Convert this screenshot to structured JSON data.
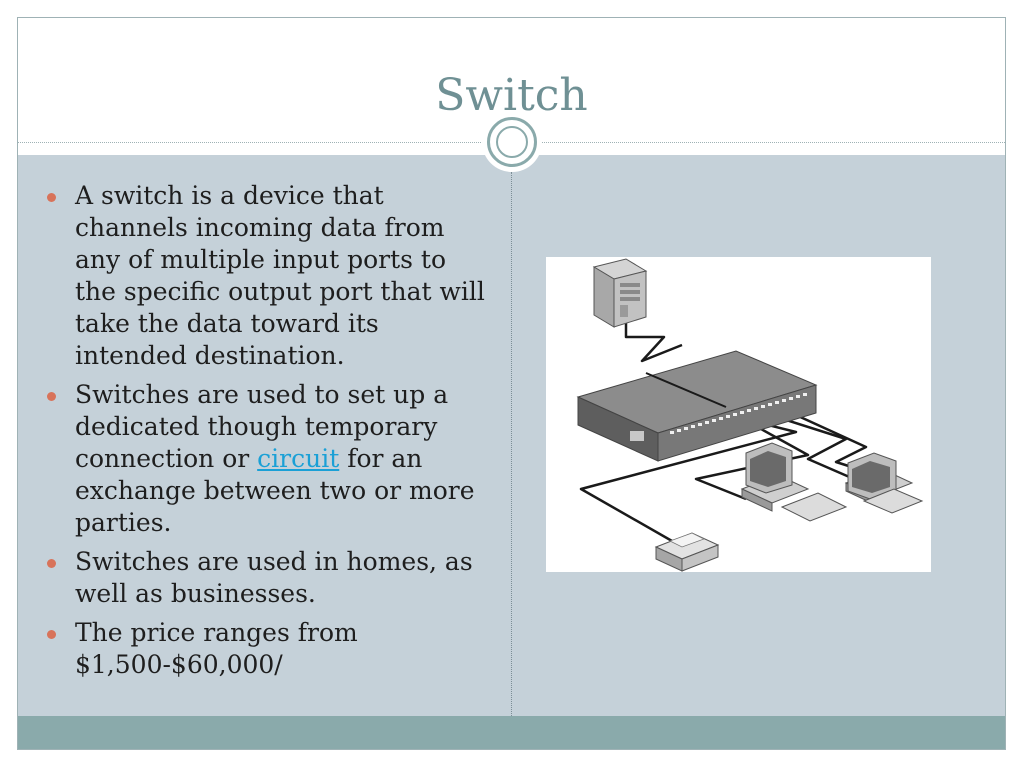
{
  "slide": {
    "title": "Switch",
    "bullets": [
      {
        "text": "A switch is a device that channels incoming data from any of multiple input ports to the specific output port that will take the data toward its intended destination."
      },
      {
        "text_before": "Switches are used to set up a dedicated though temporary connection or ",
        "link": "circuit",
        "text_after": " for an exchange between two or more parties."
      },
      {
        "text": "Switches are used in homes, as well as businesses."
      },
      {
        "text": "The price ranges from $1,500-$60,000/"
      }
    ]
  },
  "icons": {
    "bullet": "bullet-dot-icon",
    "ornament": "circle-ornament-icon",
    "diagram": [
      "server-tower-icon",
      "network-switch-icon",
      "desktop-computer-icon",
      "desktop-computer-icon",
      "printer-icon"
    ]
  },
  "colors": {
    "title": "#6f9094",
    "content_background": "#c5d1d9",
    "footer_bar": "#8aaaab",
    "bullet": "#d8735a",
    "link": "#1aa0d6"
  }
}
